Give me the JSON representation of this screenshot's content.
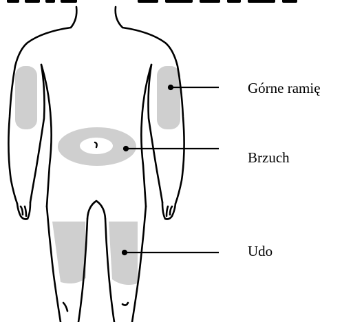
{
  "labels": {
    "upper_arm": "Górne ramię",
    "abdomen": "Brzuch",
    "thigh": "Udo"
  },
  "colors": {
    "outline": "#000000",
    "injection_area": "#cfcfcf",
    "background": "#ffffff"
  }
}
